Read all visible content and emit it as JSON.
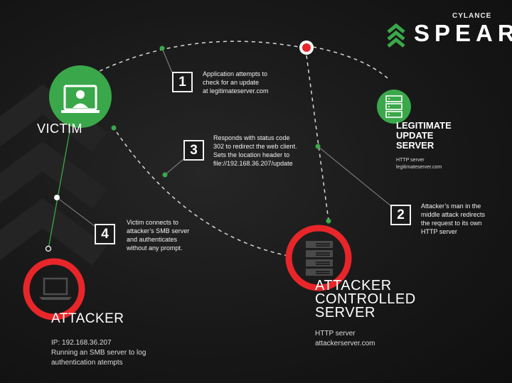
{
  "brand": {
    "company": "CYLANCE",
    "product": "SPEAR",
    "accent": "#3aa84a"
  },
  "colors": {
    "green": "#3aa84a",
    "red": "#e8262a",
    "line": "#d8d8d8"
  },
  "victim": {
    "label": "VICTIM",
    "icon": "person-at-monitor-icon"
  },
  "legit_server": {
    "title_lines": [
      "LEGITIMATE",
      "UPDATE",
      "SERVER"
    ],
    "sub_lines": [
      "HTTP server",
      "legitimateserver.com"
    ],
    "icon": "server-rack-icon"
  },
  "attacker": {
    "label": "ATTACKER",
    "sub_lines": [
      "IP: 192.168.36.207",
      "Running an SMB server to log",
      "authentication atempts"
    ],
    "icon": "laptop-icon"
  },
  "attacker_server": {
    "title_lines": [
      "ATTACKER",
      "CONTROLLED",
      "SERVER"
    ],
    "sub_lines": [
      "HTTP server",
      "attackerserver.com"
    ],
    "icon": "server-rack-icon"
  },
  "steps": [
    {
      "number": "1",
      "lines": [
        "Application attempts to",
        "check for an update",
        "at legitimateserver.com"
      ]
    },
    {
      "number": "2",
      "lines": [
        "Attacker’s man in the",
        "middle attack redirects",
        "the request to its own",
        "HTTP server"
      ]
    },
    {
      "number": "3",
      "lines": [
        "Responds with status code",
        "302 to redirect the web client.",
        "Sets the location header to",
        "file://192.168.36.207/update"
      ]
    },
    {
      "number": "4",
      "lines": [
        "Victim connects to",
        "attacker’s SMB server",
        "and authenticates",
        "without any prompt."
      ]
    }
  ]
}
